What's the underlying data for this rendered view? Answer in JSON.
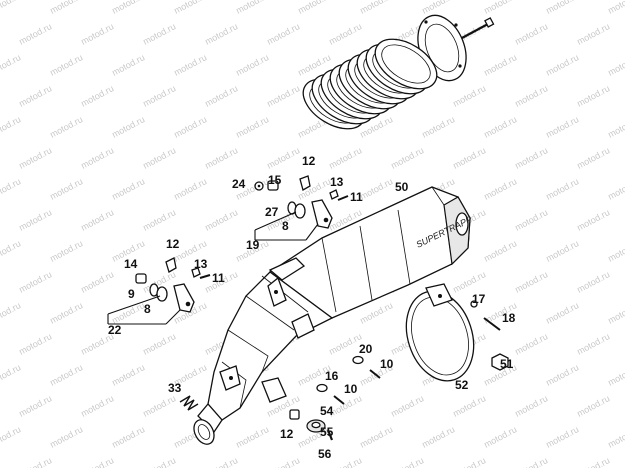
{
  "watermark": "motod.ru",
  "muffler_brand": "SUPERTRAPP",
  "callouts": {
    "c12a": "12",
    "c15": "15",
    "c24": "24",
    "c13a": "13",
    "c11a": "11",
    "c27": "27",
    "c8a": "8",
    "c19": "19",
    "c50": "50",
    "c12b": "12",
    "c14": "14",
    "c13b": "13",
    "c11b": "11",
    "c9": "9",
    "c8b": "8",
    "c22": "22",
    "c17": "17",
    "c18": "18",
    "c20": "20",
    "c10a": "10",
    "c51": "51",
    "c16": "16",
    "c10b": "10",
    "c52": "52",
    "c33": "33",
    "c54": "54",
    "c12c": "12",
    "c55": "55",
    "c56": "56"
  }
}
